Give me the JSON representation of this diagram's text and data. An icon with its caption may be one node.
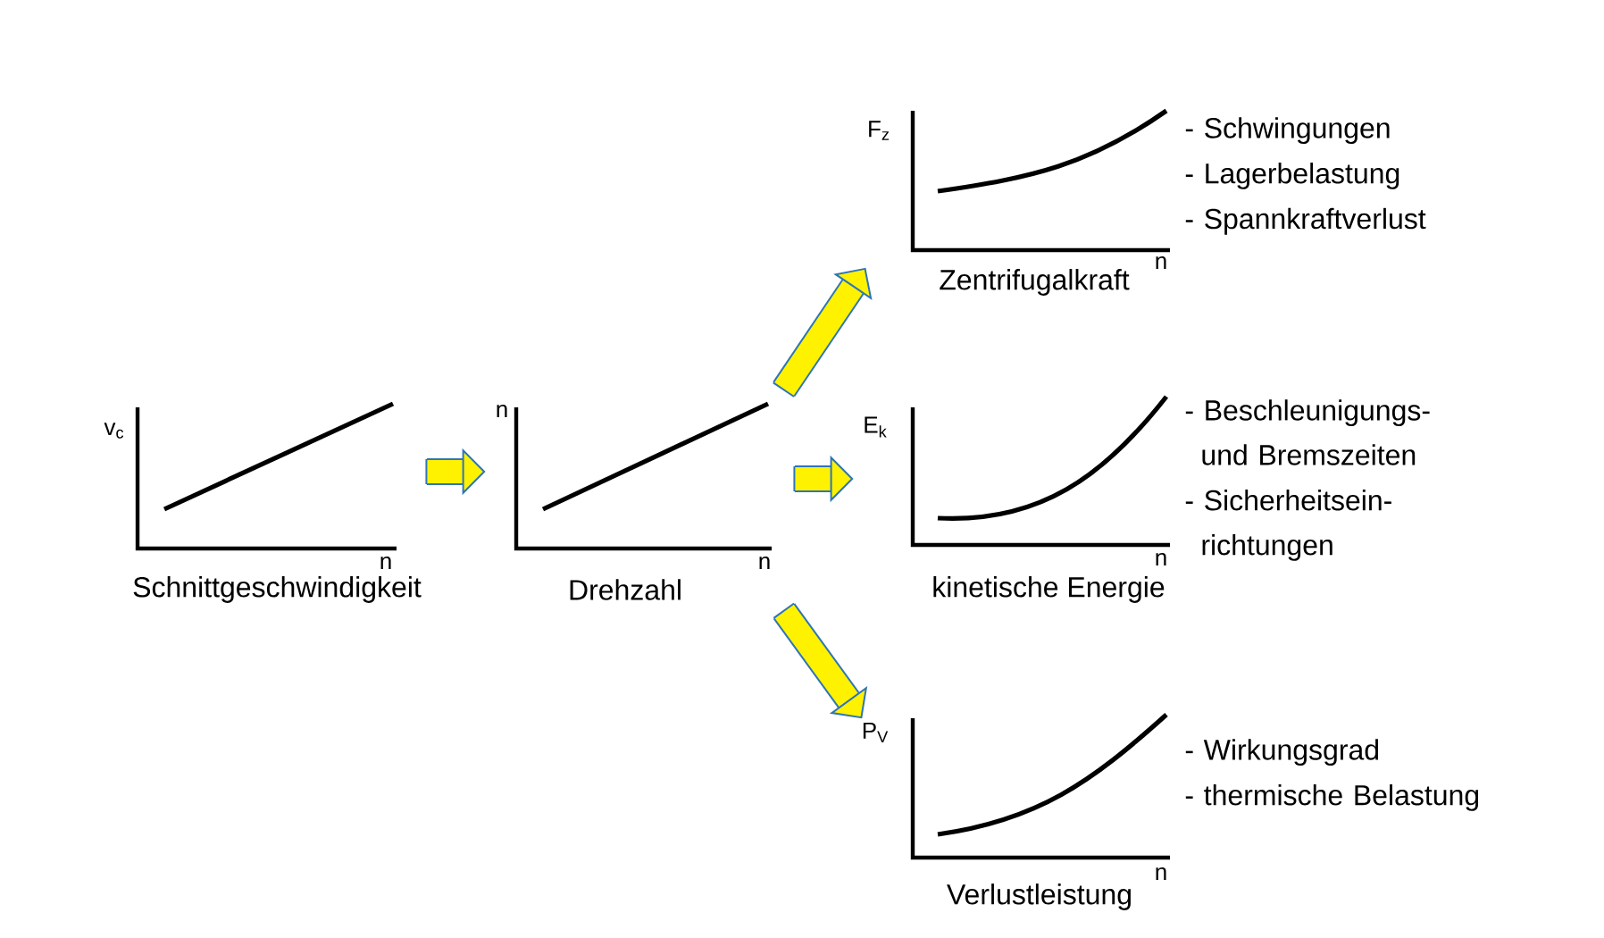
{
  "diagram": {
    "nodes": [
      {
        "text": [
          "v$_{c}$",
          "n",
          "Schnittgeschwindigkeit"
        ]
      },
      {
        "text": [
          "n",
          "n",
          "Drehzahl"
        ]
      },
      {
        "text": [
          "F$_{z}$",
          "n",
          "Zentrifugalkraft"
        ],
        "beside": [
          "- Schwingungen",
          "- Lagerbelastung",
          "- Spannkraftverlust"
        ]
      },
      {
        "text": [
          "E$_{k}$",
          "n",
          "kinetische Energie"
        ],
        "beside": [
          "- Beschleunigungs- und Bremszeiten",
          "- Sicherheitsein- richtungen"
        ]
      },
      {
        "text": [
          "P$_{V}$",
          "n",
          "Verlustleistung"
        ],
        "beside": [
          "- Wirkungsgrad",
          "- thermische Belastung"
        ]
      }
    ],
    "edges": [
      {
        "from": 0,
        "to": 1,
        "arrow": "to"
      },
      {
        "from": 1,
        "to": 2,
        "arrow": "to"
      },
      {
        "from": 1,
        "to": 3,
        "arrow": "to"
      },
      {
        "from": 1,
        "to": 4,
        "arrow": "to"
      }
    ]
  }
}
